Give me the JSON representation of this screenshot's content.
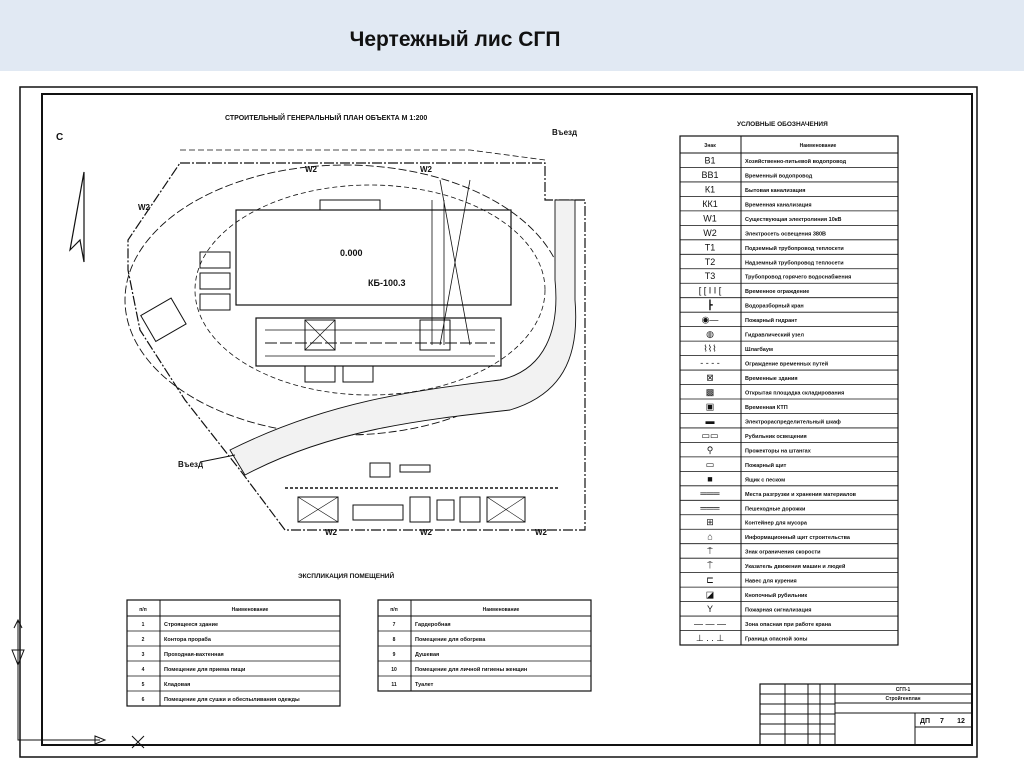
{
  "slide": {
    "title": "Чертежный лис СГП",
    "header_bg": "#e1e9f3"
  },
  "plan": {
    "title": "СТРОИТЕЛЬНЫЙ ГЕНЕРАЛЬНЫЙ ПЛАН ОБЪЕКТА М 1:200",
    "north": "С",
    "elevation": "0.000",
    "crane": "КБ-100.3",
    "entry_top": "Въезд",
    "entry_left": "Въезд",
    "line_labels": [
      "W2",
      "W2",
      "W2",
      "W2",
      "W2",
      "W2"
    ]
  },
  "legend": {
    "title": "УСЛОВНЫЕ ОБОЗНАЧЕНИЯ",
    "col_sign": "Знак",
    "col_name": "Наименование",
    "rows": [
      {
        "sign": "В1",
        "name": "Хозяйственно-питьевой водопровод"
      },
      {
        "sign": "ВВ1",
        "name": "Временный водопровод"
      },
      {
        "sign": "К1",
        "name": "Бытовая канализация"
      },
      {
        "sign": "КК1",
        "name": "Временная канализация"
      },
      {
        "sign": "W1",
        "name": "Существующая электролиния 10кВ"
      },
      {
        "sign": "W2",
        "name": "Электросеть освещения 380В"
      },
      {
        "sign": "Т1",
        "name": "Подземный трубопровод теплосети"
      },
      {
        "sign": "Т2",
        "name": "Надземный трубопровод теплосети"
      },
      {
        "sign": "Т3",
        "name": "Трубопровод горячего водоснабжения"
      },
      {
        "sign": "[ [ I I [",
        "name": "Временное ограждение"
      },
      {
        "sign": "┣",
        "name": "Водоразборный кран"
      },
      {
        "sign": "◉—",
        "name": "Пожарный гидрант"
      },
      {
        "sign": "◍",
        "name": "Гидравлический узел"
      },
      {
        "sign": "⌇⌇⌇",
        "name": "Шлагбаум"
      },
      {
        "sign": "- - - -",
        "name": "Ограждение временных путей"
      },
      {
        "sign": "⊠",
        "name": "Временные здания"
      },
      {
        "sign": "▩",
        "name": "Открытая площадка складирования"
      },
      {
        "sign": "▣",
        "name": "Временная КТП"
      },
      {
        "sign": "▬",
        "name": "Электрораспределительный шкаф"
      },
      {
        "sign": "▭▭",
        "name": "Рубильник освещения"
      },
      {
        "sign": "⚲",
        "name": "Прожекторы на штангах"
      },
      {
        "sign": "▭",
        "name": "Пожарный щит"
      },
      {
        "sign": "■",
        "name": "Ящик с песком"
      },
      {
        "sign": "═══",
        "name": "Места разгрузки и хранения материалов"
      },
      {
        "sign": "═══",
        "name": "Пешеходные дорожки"
      },
      {
        "sign": "⊞",
        "name": "Контейнер для мусора"
      },
      {
        "sign": "⌂",
        "name": "Информационный щит строительства"
      },
      {
        "sign": "⍑",
        "name": "Знак ограничения скорости"
      },
      {
        "sign": "⍑",
        "name": "Указатель движения машин и людей"
      },
      {
        "sign": "⊏",
        "name": "Навес для курения"
      },
      {
        "sign": "◪",
        "name": "Кнопочный рубильник"
      },
      {
        "sign": "Y",
        "name": "Пожарная сигнализация"
      },
      {
        "sign": "— — —",
        "name": "Зона опасная при работе крана"
      },
      {
        "sign": "⊥ . . ⊥",
        "name": "Граница опасной зоны"
      }
    ]
  },
  "explication": {
    "title": "ЭКСПЛИКАЦИЯ ПОМЕЩЕНИЙ",
    "col_num": "п/п",
    "col_name": "Наименование",
    "left": [
      {
        "num": "1",
        "name": "Строящееся здание"
      },
      {
        "num": "2",
        "name": "Контора прораба"
      },
      {
        "num": "3",
        "name": "Проходная-вахтенная"
      },
      {
        "num": "4",
        "name": "Помещение для приема пищи"
      },
      {
        "num": "5",
        "name": "Кладовая"
      },
      {
        "num": "6",
        "name": "Помещение для сушки и обеспыливания одежды"
      }
    ],
    "right": [
      {
        "num": "7",
        "name": "Гардеробная"
      },
      {
        "num": "8",
        "name": "Помещение для обогрева"
      },
      {
        "num": "9",
        "name": "Душевая"
      },
      {
        "num": "10",
        "name": "Помещение для личной гигиены женщин"
      },
      {
        "num": "11",
        "name": "Туалет"
      }
    ]
  },
  "title_block": {
    "code": "СГП-1",
    "name": "Стройгенплан",
    "stage": "ДП",
    "sheet": "7",
    "sheets": "12"
  }
}
